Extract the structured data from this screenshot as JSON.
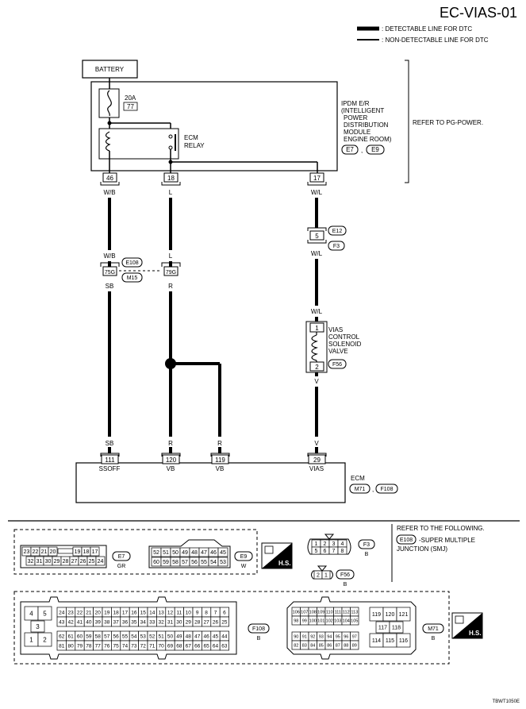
{
  "header": {
    "page_code": "EC-VIAS-01",
    "legend_detectable": ": DETECTABLE LINE FOR DTC",
    "legend_nondetectable": ": NON-DETECTABLE LINE FOR DTC"
  },
  "battery": {
    "label": "BATTERY"
  },
  "ipdm": {
    "fuse_amp": "20A",
    "fuse_no": "77",
    "relay_label_1": "ECM",
    "relay_label_2": "RELAY",
    "title_lines": [
      "IPDM E/R",
      "(INTELLIGENT",
      "POWER",
      "DISTRIBUTION",
      "MODULE",
      "ENGINE ROOM)"
    ],
    "connectors": [
      "E7",
      "E9"
    ],
    "refer": "REFER TO PG-POWER.",
    "pins": [
      "46",
      "18",
      "17"
    ]
  },
  "wires": {
    "wb": "W/B",
    "l": "L",
    "wl": "W/L",
    "sb": "SB",
    "r": "R",
    "v": "V"
  },
  "joint_connector": {
    "pin": "5",
    "ids": [
      "E12",
      "F3"
    ]
  },
  "smj": {
    "pins": [
      "75G",
      "79G"
    ],
    "ids": [
      "E108",
      "M15"
    ]
  },
  "valve": {
    "pins": [
      "1",
      "2"
    ],
    "label_lines": [
      "VIAS",
      "CONTROL",
      "SOLENOID",
      "VALVE"
    ],
    "connector": "F56"
  },
  "ecm": {
    "title": "ECM",
    "connectors": [
      "M71",
      "F108"
    ],
    "pins": [
      "111",
      "120",
      "119",
      "29"
    ],
    "terminal_names": [
      "SSOFF",
      "VB",
      "VB",
      "VIAS"
    ]
  },
  "connector_views": {
    "e7": {
      "id": "E7",
      "color": "GR",
      "row1": [
        "23",
        "22",
        "21",
        "20",
        "",
        "19",
        "18",
        "17"
      ],
      "row2": [
        "32",
        "31",
        "30",
        "29",
        "28",
        "27",
        "26",
        "25",
        "24"
      ]
    },
    "e9": {
      "id": "E9",
      "color": "W",
      "row1": [
        "52",
        "51",
        "50",
        "49",
        "48",
        "47",
        "46",
        "45"
      ],
      "row2": [
        "60",
        "59",
        "58",
        "57",
        "56",
        "55",
        "54",
        "53"
      ]
    },
    "f3": {
      "id": "F3",
      "color": "B",
      "row1": [
        "1",
        "2",
        "3",
        "4"
      ],
      "row2": [
        "5",
        "6",
        "7",
        "8"
      ]
    },
    "f56": {
      "id": "F56",
      "color": "B",
      "pins": [
        "2",
        "1"
      ]
    },
    "smj_note": {
      "line1": "REFER TO THE FOLLOWING.",
      "id": "E108",
      "line2": "-SUPER MULTIPLE",
      "line3": "JUNCTION (SMJ)"
    },
    "f108": {
      "id": "F108",
      "color": "B",
      "big": [
        "4",
        "5",
        "3",
        "1",
        "2"
      ],
      "row1": [
        "24",
        "23",
        "22",
        "21",
        "20",
        "19",
        "18",
        "17",
        "16",
        "15",
        "14",
        "13",
        "12",
        "11",
        "10",
        "9",
        "8",
        "7",
        "6"
      ],
      "row2": [
        "43",
        "42",
        "41",
        "40",
        "39",
        "38",
        "37",
        "36",
        "35",
        "34",
        "33",
        "32",
        "31",
        "30",
        "29",
        "28",
        "27",
        "26",
        "25"
      ],
      "row3": [
        "62",
        "61",
        "60",
        "59",
        "58",
        "57",
        "56",
        "55",
        "54",
        "53",
        "52",
        "51",
        "50",
        "49",
        "48",
        "47",
        "46",
        "45",
        "44"
      ],
      "row4": [
        "81",
        "80",
        "79",
        "78",
        "77",
        "76",
        "75",
        "74",
        "73",
        "72",
        "71",
        "70",
        "69",
        "68",
        "67",
        "66",
        "65",
        "64",
        "63"
      ]
    },
    "m71": {
      "id": "M71",
      "color": "B",
      "row1": [
        "106",
        "107",
        "108",
        "109",
        "110",
        "111",
        "112",
        "113"
      ],
      "row2": [
        "98",
        "99",
        "100",
        "101",
        "102",
        "103",
        "104",
        "105"
      ],
      "row3": [
        "90",
        "91",
        "92",
        "93",
        "94",
        "95",
        "96",
        "97"
      ],
      "row4": [
        "82",
        "83",
        "84",
        "85",
        "86",
        "87",
        "88",
        "89"
      ],
      "big_top": [
        "119",
        "120",
        "121"
      ],
      "big_mid": [
        "117",
        "118"
      ],
      "big_bot": [
        "114",
        "115",
        "116"
      ]
    },
    "hs_label": "H.S."
  },
  "footer": {
    "code": "TBWT1050E"
  }
}
